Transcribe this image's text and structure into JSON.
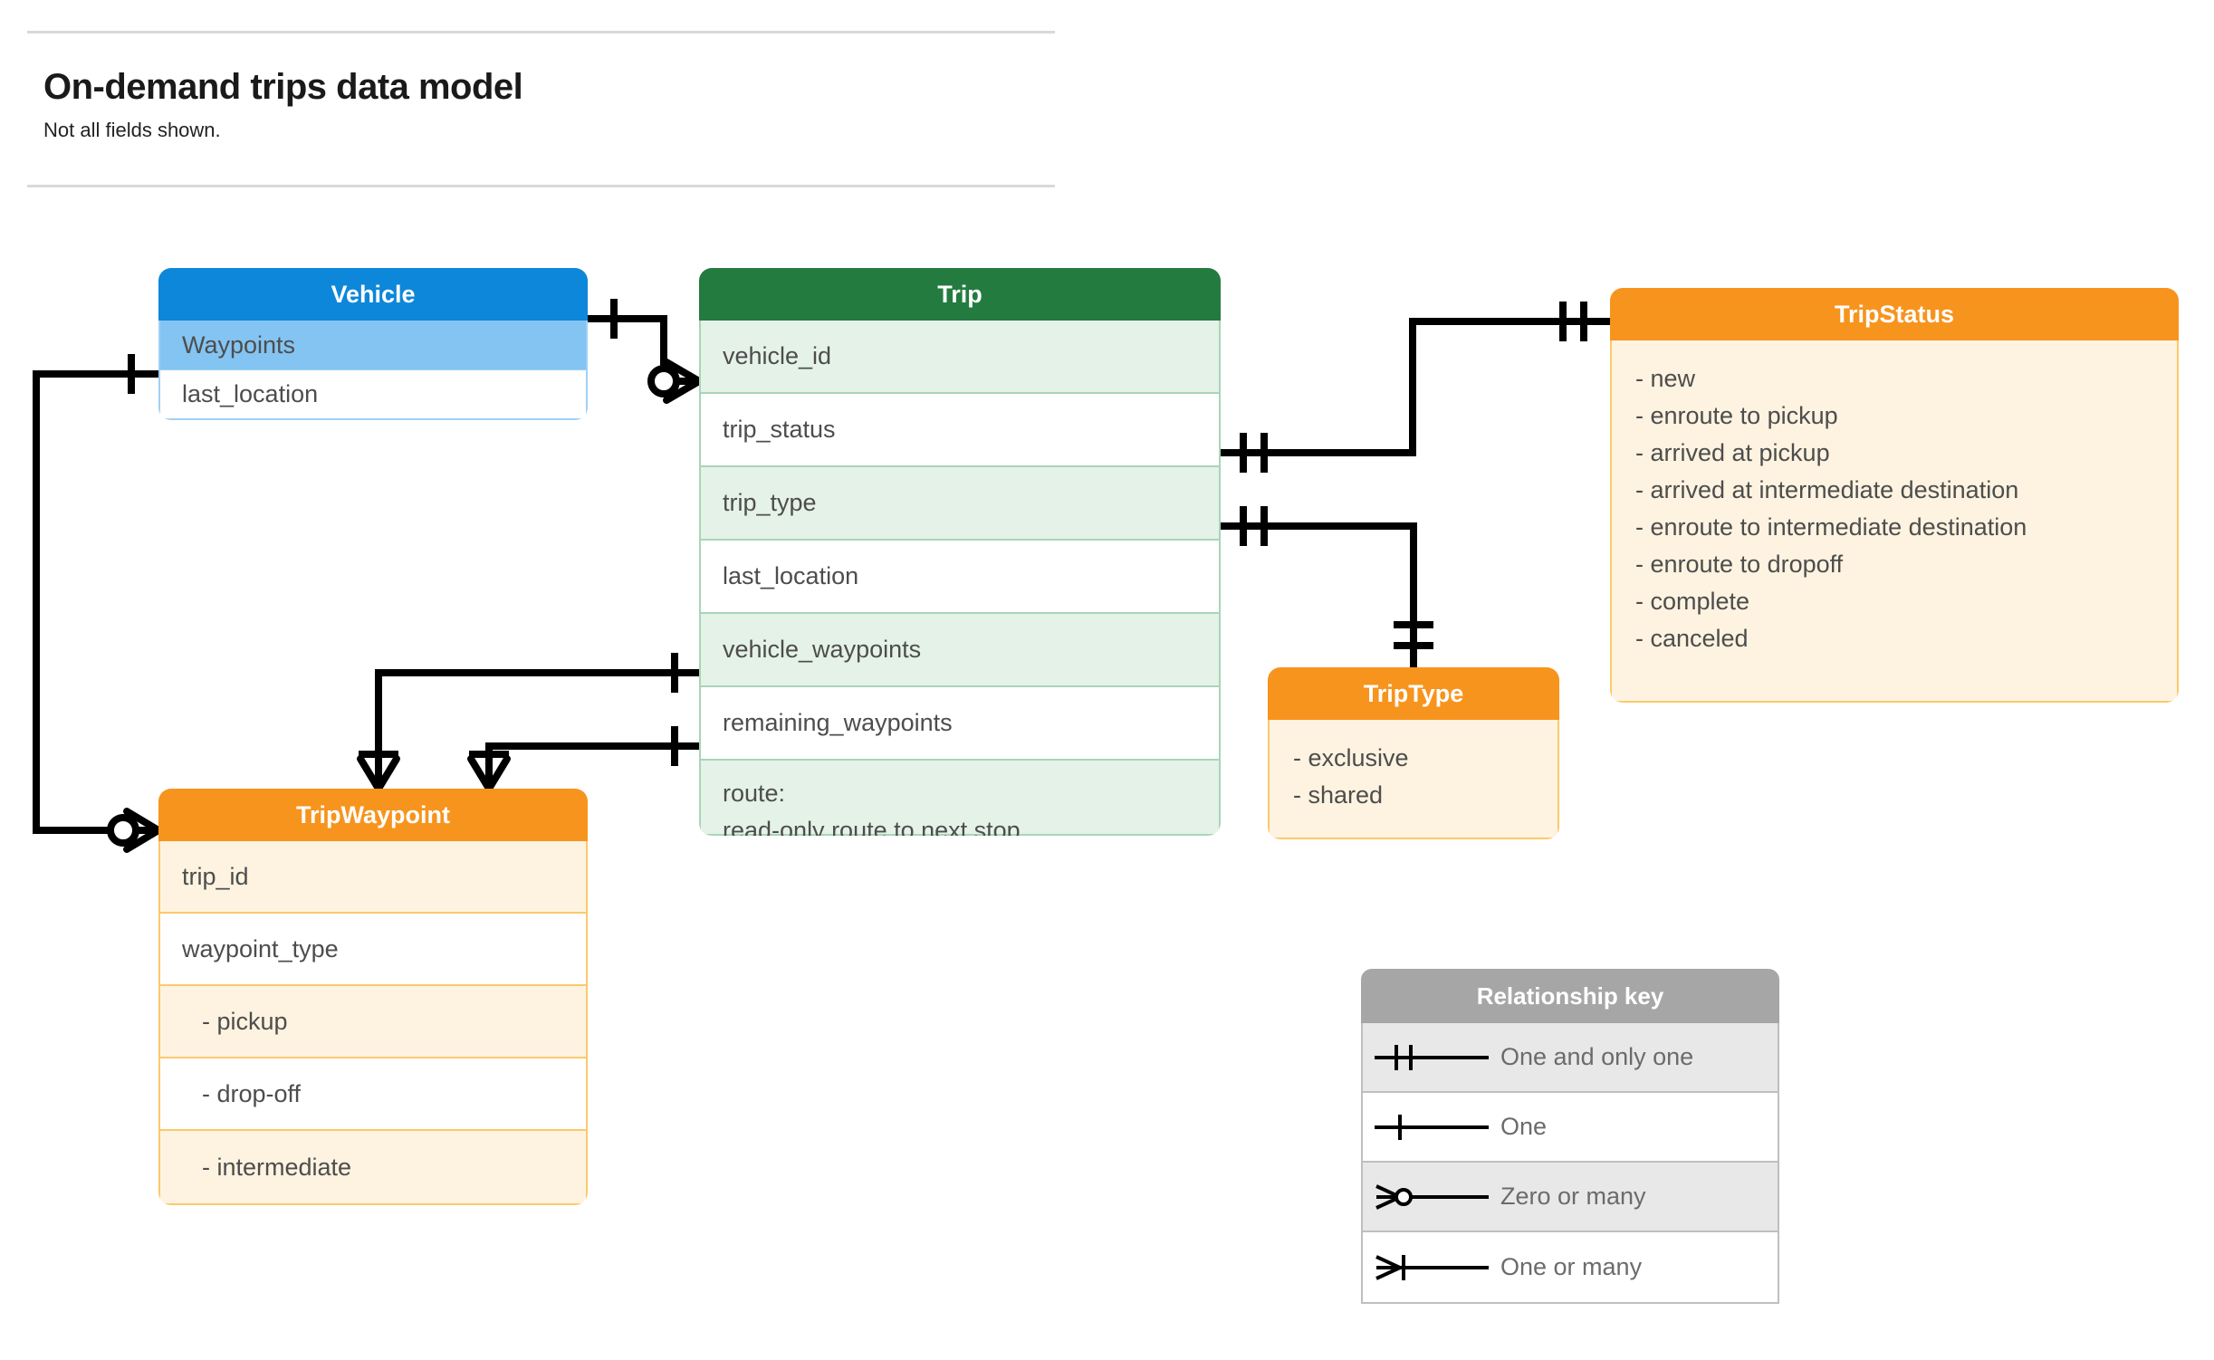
{
  "header": {
    "title": "On-demand trips data model",
    "subtitle": "Not all fields shown."
  },
  "colors": {
    "vehicle_header": "#0d87d9",
    "vehicle_row_alt": "#84c4f2",
    "vehicle_border": "#9fd0f5",
    "trip_header": "#237b40",
    "trip_row_alt": "#e5f2e8",
    "trip_border": "#a8d5b8",
    "orange_header": "#f7941d",
    "orange_row_alt": "#fdf3e0",
    "orange_border": "#fbc96b",
    "legend_header": "#a6a6a6",
    "legend_row_alt": "#e8e8e8",
    "text": "#4d4d4d",
    "line": "#000000"
  },
  "entities": {
    "vehicle": {
      "name": "Vehicle",
      "fields": [
        {
          "label": "Waypoints",
          "shaded": true
        },
        {
          "label": "last_location",
          "shaded": false
        }
      ]
    },
    "trip": {
      "name": "Trip",
      "fields": [
        {
          "label": "vehicle_id",
          "shaded": true
        },
        {
          "label": "trip_status",
          "shaded": false
        },
        {
          "label": "trip_type",
          "shaded": true
        },
        {
          "label": "last_location",
          "shaded": false
        },
        {
          "label": "vehicle_waypoints",
          "shaded": true
        },
        {
          "label": "remaining_waypoints",
          "shaded": false
        }
      ],
      "note_line1": "route:",
      "note_line2": "read-only route to next stop"
    },
    "tripstatus": {
      "name": "TripStatus",
      "values": [
        "- new",
        "- enroute to pickup",
        "- arrived at pickup",
        "- arrived at intermediate destination",
        "- enroute to intermediate destination",
        "- enroute to dropoff",
        "- complete",
        "- canceled"
      ]
    },
    "triptype": {
      "name": "TripType",
      "values": [
        "- exclusive",
        "- shared"
      ]
    },
    "tripwaypoint": {
      "name": "TripWaypoint",
      "fields": [
        {
          "label": "trip_id",
          "shaded": true,
          "indent": false
        },
        {
          "label": "waypoint_type",
          "shaded": false,
          "indent": false
        },
        {
          "label": "-  pickup",
          "shaded": true,
          "indent": true
        },
        {
          "label": "-  drop-off",
          "shaded": false,
          "indent": true
        },
        {
          "label": "-  intermediate",
          "shaded": true,
          "indent": true
        }
      ]
    }
  },
  "legend": {
    "title": "Relationship key",
    "items": [
      {
        "label": "One and only one",
        "symbol": "one-and-only-one-symbol"
      },
      {
        "label": "One",
        "symbol": "one-symbol"
      },
      {
        "label": "Zero or many",
        "symbol": "zero-or-many-symbol"
      },
      {
        "label": "One or many",
        "symbol": "one-or-many-symbol"
      }
    ]
  },
  "relationships": [
    {
      "from": "Vehicle",
      "from_cardinality": "One",
      "to": "Trip.vehicle_id",
      "to_cardinality": "Zero or many"
    },
    {
      "from": "Vehicle.Waypoints",
      "from_cardinality": "One",
      "to": "TripWaypoint",
      "to_cardinality": "Zero or many"
    },
    {
      "from": "Trip.trip_status",
      "from_cardinality": "One and only one",
      "to": "TripStatus",
      "to_cardinality": "One and only one"
    },
    {
      "from": "Trip.trip_type",
      "from_cardinality": "One and only one",
      "to": "TripType",
      "to_cardinality": "One and only one"
    },
    {
      "from": "Trip.vehicle_waypoints",
      "from_cardinality": "One",
      "to": "TripWaypoint",
      "to_cardinality": "One or many"
    },
    {
      "from": "Trip.remaining_waypoints",
      "from_cardinality": "One",
      "to": "TripWaypoint",
      "to_cardinality": "One or many"
    }
  ]
}
